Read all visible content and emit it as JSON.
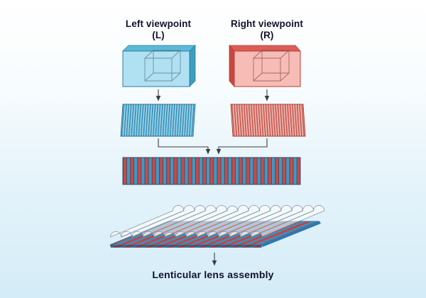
{
  "labels": {
    "left_title": "Left viewpoint",
    "left_subtitle": "(L)",
    "right_title": "Right viewpoint",
    "right_subtitle": "(R)",
    "caption": "Lenticular lens assembly"
  },
  "colors": {
    "bg_top": "#ffffff",
    "bg_bottom": "#d4ecf8",
    "text": "#12122e",
    "arrow": "#3a3f45",
    "blue_face": "#b0e1f3",
    "blue_top": "#5cb9d8",
    "blue_side": "#3e9dbe",
    "blue_outline": "#2a7da1",
    "red_face": "#f7bcb5",
    "red_top": "#dd5c54",
    "red_side": "#c8473f",
    "red_outline": "#b04038",
    "cube_line": "#5f7a85",
    "stripe_blue_dark": "#2a6f96",
    "stripe_blue_mid": "#57b3d8",
    "stripe_blue_light": "#9ed7eb",
    "stripe_red_dark": "#a8423c",
    "stripe_red_mid": "#dd7a71",
    "stripe_red_light": "#f3bcb4",
    "bar_red": "#c94a43",
    "bar_blue": "#4596c2",
    "bar_outline": "#24425e",
    "asm_red": "#c8423c",
    "asm_blue": "#3b8fc0",
    "asm_edge": "#2a7ab0"
  },
  "assembly": {
    "lens_count": 14
  }
}
